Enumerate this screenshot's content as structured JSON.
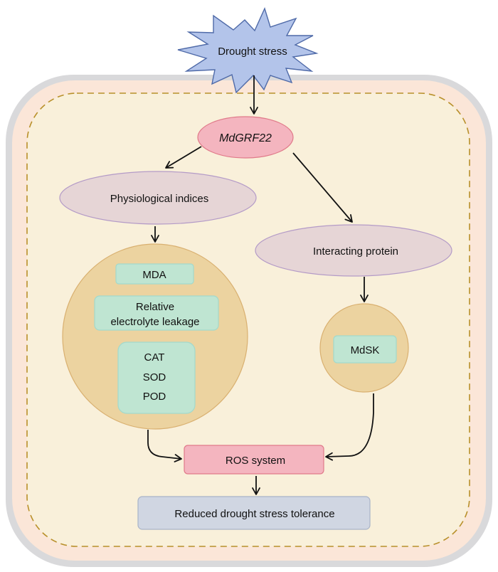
{
  "title": "MdGRF22 drought stress response model",
  "nodes": {
    "drought_stress": "Drought stress",
    "mdgrf22": "MdGRF22",
    "physiological_indices": "Physiological indices",
    "interacting_protein": "Interacting protein",
    "mda": "MDA",
    "electrolyte_leakage_line1": "Relative",
    "electrolyte_leakage_line2": "electrolyte leakage",
    "cat": "CAT",
    "sod": "SOD",
    "pod": "POD",
    "mdsk": "MdSK",
    "ros_system": "ROS system",
    "reduced_tolerance": "Reduced drought stress tolerance"
  },
  "edges": [
    {
      "from": "drought_stress",
      "to": "mdgrf22"
    },
    {
      "from": "mdgrf22",
      "to": "physiological_indices"
    },
    {
      "from": "mdgrf22",
      "to": "interacting_protein"
    },
    {
      "from": "physiological_indices",
      "to": "indices_circle"
    },
    {
      "from": "interacting_protein",
      "to": "mdsk_circle"
    },
    {
      "from": "indices_circle",
      "to": "ros_system"
    },
    {
      "from": "mdsk_circle",
      "to": "ros_system"
    },
    {
      "from": "ros_system",
      "to": "reduced_tolerance"
    }
  ],
  "colors": {
    "cell_wall": "#d9d9db",
    "cell_membrane_fill": "#fbe6d8",
    "cytoplasm_fill": "#f9f0da",
    "dashed_membrane": "#b8902a",
    "star_fill": "#b3c4ea",
    "star_stroke": "#4f6aa8",
    "gene_fill": "#f4b5bf",
    "gene_stroke": "#e07a8a",
    "ellipse_fill": "#e6d5d6",
    "ellipse_stroke": "#b49bc7",
    "circle_fill": "#ecd3a0",
    "circle_stroke": "#d9b070",
    "box_fill": "#bfe5d2",
    "box_stroke": "#a2d9cc",
    "ros_fill": "#f4b5bf",
    "ros_stroke": "#e07a8a",
    "result_fill": "#d0d6e2",
    "result_stroke": "#a9b3c8",
    "arrow": "#111111"
  }
}
